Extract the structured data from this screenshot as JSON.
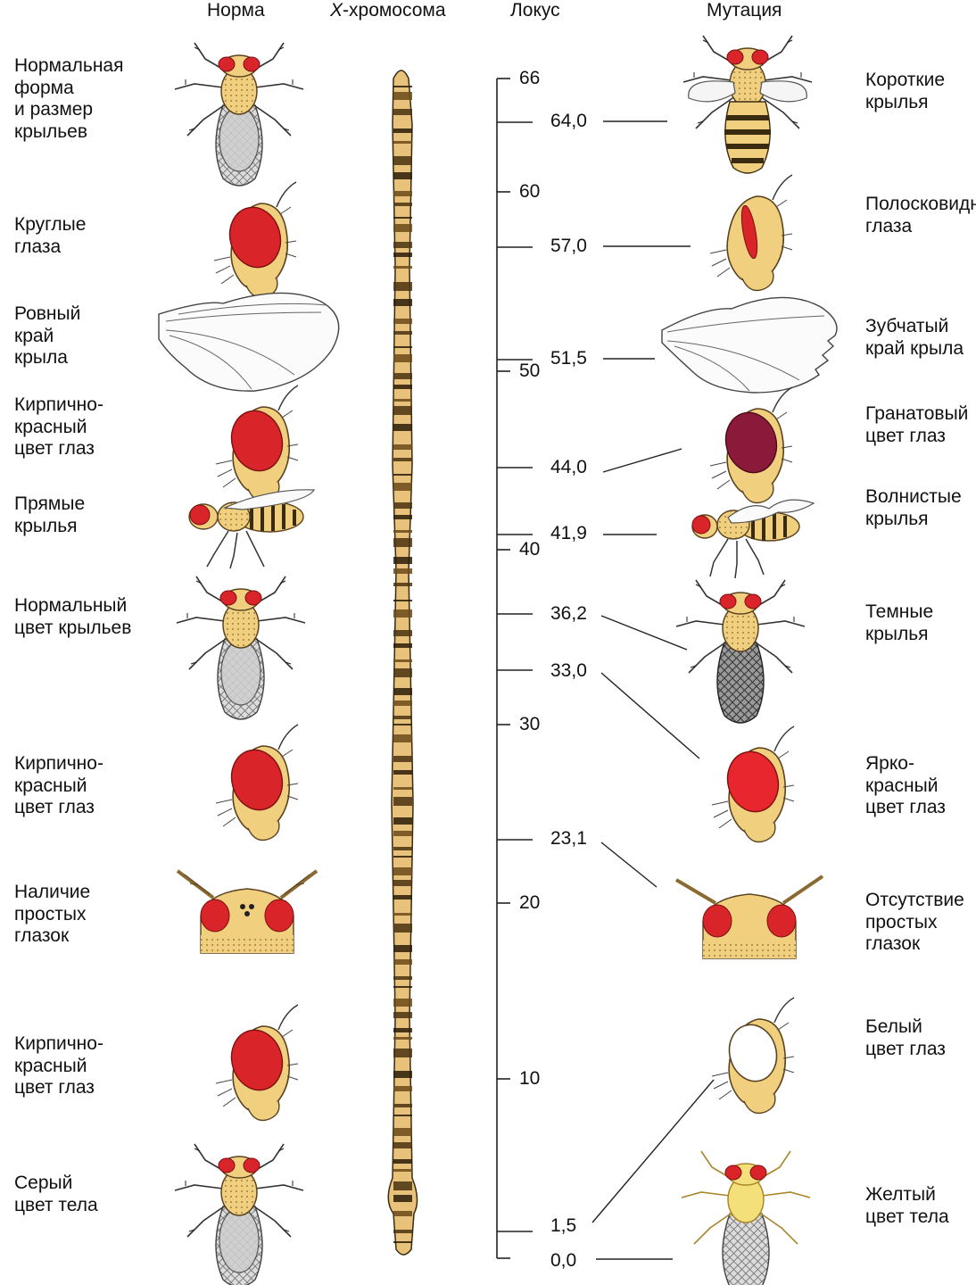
{
  "headers": {
    "norm": "Норма",
    "chromosome_prefix": "X",
    "chromosome_rest": "-хромосома",
    "locus": "Локус",
    "mutation": "Мутация"
  },
  "scale": {
    "major": [
      "66",
      "60",
      "50",
      "40",
      "30",
      "20",
      "10"
    ],
    "loci": [
      "64,0",
      "57,0",
      "51,5",
      "44,0",
      "41,9",
      "36,2",
      "33,0",
      "23,1",
      "1,5",
      "0,0"
    ]
  },
  "norm_traits": [
    "Нормальная\nформа\nи размер\nкрыльев",
    "Круглые\nглаза",
    "Ровный\nкрай\nкрыла",
    "Кирпично-\nкрасный\nцвет глаз",
    "Прямые\nкрылья",
    "Нормальный\nцвет крыльев",
    "Кирпично-\nкрасный\nцвет глаз",
    "Наличие\nпростых\nглазок",
    "Кирпично-\nкрасный\nцвет глаз",
    "Серый\nцвет тела"
  ],
  "mutant_traits": [
    "Короткие\nкрылья",
    "Полосковидные\nглаза",
    "Зубчатый\nкрай крыла",
    "Гранатовый\nцвет глаз",
    "Волнистые\nкрылья",
    "Темные\nкрылья",
    "Ярко-красный\nцвет глаз",
    "Отсутствие\nпростых глазок",
    "Белый\nцвет глаз",
    "Желтый\nцвет тела"
  ],
  "colors": {
    "eye_red": "#d9242a",
    "garnet": "#8b1a3a",
    "body_tan": "#f0cf7e",
    "stripe": "#3a2a10",
    "grey_abdomen": "#d6d6d6"
  }
}
